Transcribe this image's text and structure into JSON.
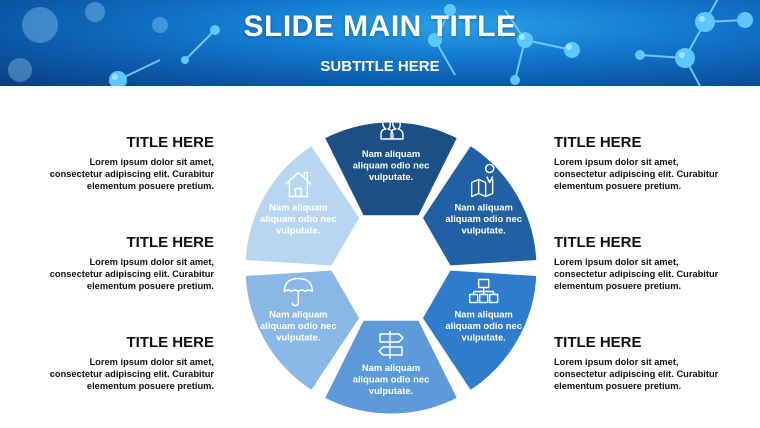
{
  "slide": {
    "title": "SLIDE MAIN TITLE",
    "subtitle": "SUBTITLE HERE"
  },
  "left_blocks": [
    {
      "title": "TITLE HERE",
      "lines": [
        "Lorem ipsum dolor sit amet,",
        "consectetur adipiscing elit. Curabitur",
        "elementum posuere pretium."
      ]
    },
    {
      "title": "TITLE HERE",
      "lines": [
        "Lorem ipsum dolor sit amet,",
        "consectetur adipiscing elit. Curabitur",
        "elementum posuere pretium."
      ]
    },
    {
      "title": "TITLE HERE",
      "lines": [
        "Lorem ipsum dolor sit amet,",
        "consectetur adipiscing elit. Curabitur",
        "elementum posuere pretium."
      ]
    }
  ],
  "right_blocks": [
    {
      "title": "TITLE HERE",
      "lines": [
        "Lorem ipsum dolor sit amet,",
        "consectetur adipiscing elit. Curabitur",
        "elementum posuere pretium."
      ]
    },
    {
      "title": "TITLE HERE",
      "lines": [
        "Lorem ipsum dolor sit amet,",
        "consectetur adipiscing elit. Curabitur",
        "elementum posuere pretium."
      ]
    },
    {
      "title": "TITLE HERE",
      "lines": [
        "Lorem ipsum dolor sit amet,",
        "consectetur adipiscing elit. Curabitur",
        "elementum posuere pretium."
      ]
    }
  ],
  "segments": [
    {
      "icon": "users-icon",
      "color": "#1b4f86",
      "lines": [
        "Nam aliquam",
        "aliquam odio nec",
        "vulputate."
      ]
    },
    {
      "icon": "map-pin-icon",
      "color": "#2160a3",
      "lines": [
        "Nam aliquam",
        "aliquam odio nec",
        "vulputate."
      ]
    },
    {
      "icon": "flowchart-icon",
      "color": "#2f7ccc",
      "lines": [
        "Nam aliquam",
        "aliquam odio nec",
        "vulputate."
      ]
    },
    {
      "icon": "signpost-icon",
      "color": "#5c9ad9",
      "lines": [
        "Nam aliquam",
        "aliquam odio nec",
        "vulputate."
      ]
    },
    {
      "icon": "umbrella-icon",
      "color": "#8ab8e6",
      "lines": [
        "Nam aliquam",
        "aliquam odio nec",
        "vulputate."
      ]
    },
    {
      "icon": "home-icon",
      "color": "#b9d6f1",
      "lines": [
        "Nam aliquam",
        "aliquam odio nec",
        "vulputate."
      ]
    }
  ]
}
